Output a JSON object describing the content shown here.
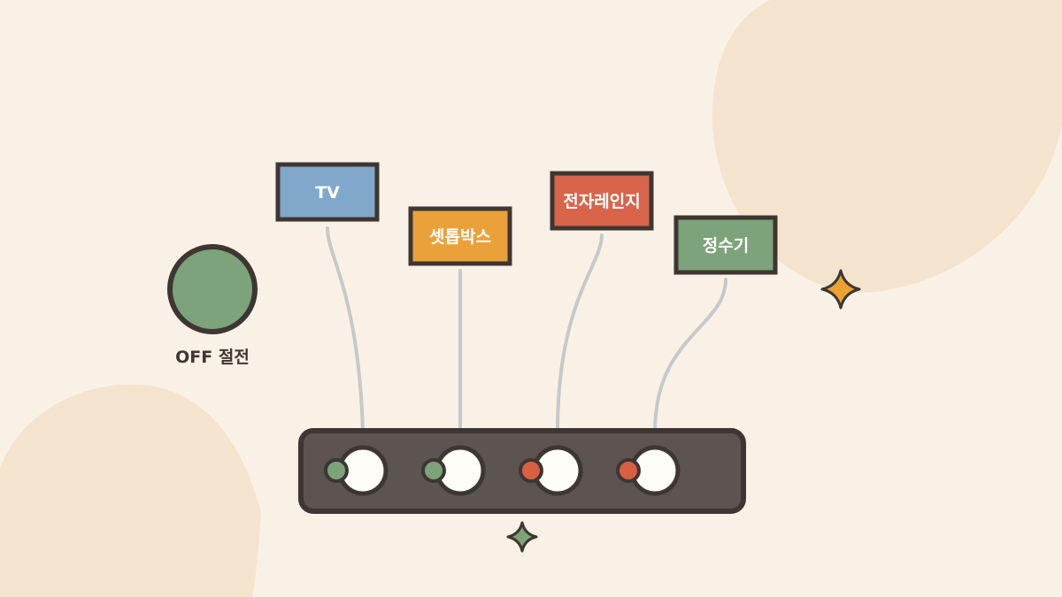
{
  "colors": {
    "background": "#faf1e6",
    "blob": "#f5e4cd",
    "outline": "#3e3632",
    "strip_body": "#5b5450",
    "cable": "#c5c9cb",
    "socket": "#fffdf7",
    "led_on": "#7ca379",
    "led_off": "#d95f42",
    "sparkle_orange": "#eca232",
    "sparkle_green": "#7ca379",
    "label_text": "#ffffff",
    "status_text": "#3e3632"
  },
  "status": {
    "text": "OFF 절전",
    "indicator_color": "#7ca379"
  },
  "devices": [
    {
      "label": "TV",
      "color": "#7fa8ca",
      "led": "on"
    },
    {
      "label": "셋톱박스",
      "color": "#eba13a",
      "led": "on"
    },
    {
      "label": "전자레인지",
      "color": "#d8644a",
      "led": "off"
    },
    {
      "label": "정수기",
      "color": "#7ca379",
      "led": "off"
    }
  ],
  "icons": {
    "status_indicator": "power-status-circle",
    "sparkles": [
      "sparkle-icon",
      "sparkle-icon"
    ]
  }
}
